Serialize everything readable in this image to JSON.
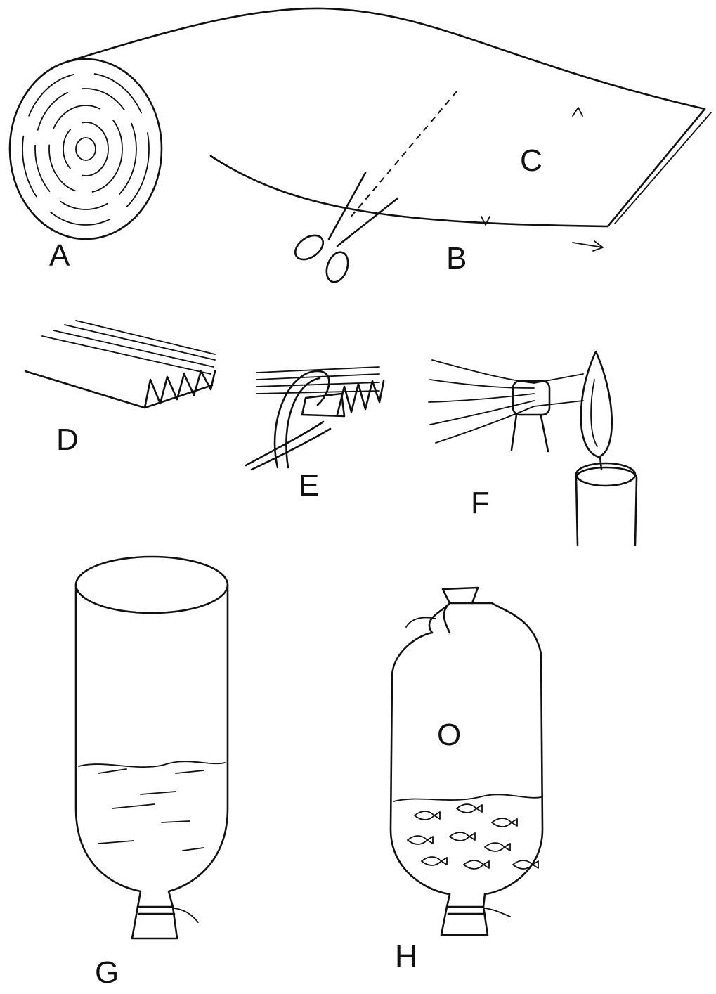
{
  "labels": {
    "roll": "A",
    "cut_line": "B",
    "sheet": "C",
    "folded": "D",
    "tied": "E",
    "sealed": "F",
    "bag_water": "G",
    "bag_fish": "H",
    "oxygen": "O"
  },
  "colors": {
    "ink": "#111111",
    "background": "#ffffff"
  }
}
